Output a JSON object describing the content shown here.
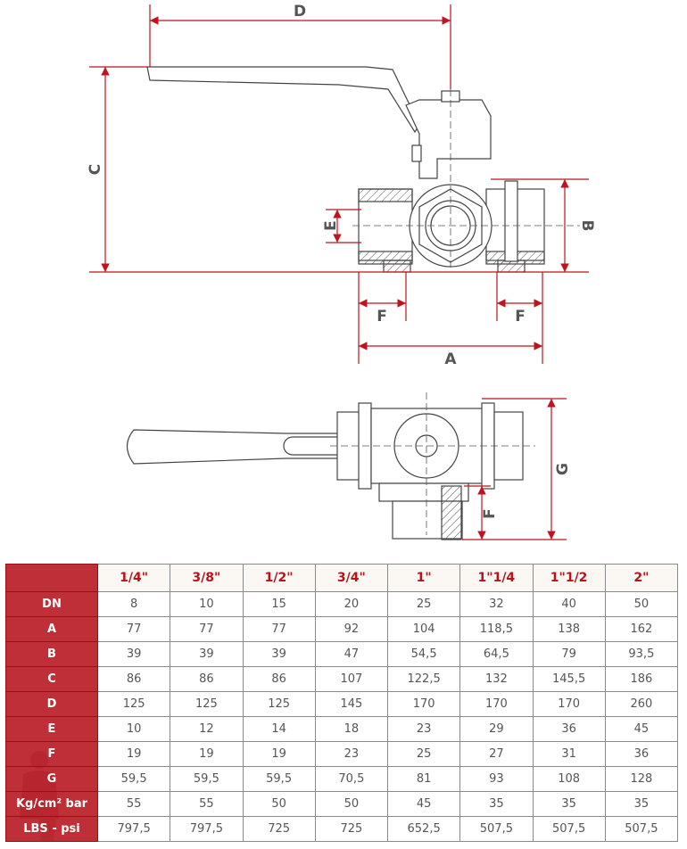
{
  "diagram": {
    "labels": {
      "A": "A",
      "B": "B",
      "C": "C",
      "D": "D",
      "E": "E",
      "F": "F",
      "G": "G"
    },
    "dimension_color": "#c0121f"
  },
  "table": {
    "sizes": [
      "1/4\"",
      "3/8\"",
      "1/2\"",
      "3/4\"",
      "1\"",
      "1\"1/4",
      "1\"1/2",
      "2\""
    ],
    "rows": [
      {
        "label": "DN",
        "values": [
          "8",
          "10",
          "15",
          "20",
          "25",
          "32",
          "40",
          "50"
        ]
      },
      {
        "label": "A",
        "values": [
          "77",
          "77",
          "77",
          "92",
          "104",
          "118,5",
          "138",
          "162"
        ]
      },
      {
        "label": "B",
        "values": [
          "39",
          "39",
          "39",
          "47",
          "54,5",
          "64,5",
          "79",
          "93,5"
        ]
      },
      {
        "label": "C",
        "values": [
          "86",
          "86",
          "86",
          "107",
          "122,5",
          "132",
          "145,5",
          "186"
        ]
      },
      {
        "label": "D",
        "values": [
          "125",
          "125",
          "125",
          "145",
          "170",
          "170",
          "170",
          "260"
        ]
      },
      {
        "label": "E",
        "values": [
          "10",
          "12",
          "14",
          "18",
          "23",
          "29",
          "36",
          "45"
        ]
      },
      {
        "label": "F",
        "values": [
          "19",
          "19",
          "19",
          "23",
          "25",
          "27",
          "31",
          "36"
        ]
      },
      {
        "label": "G",
        "values": [
          "59,5",
          "59,5",
          "59,5",
          "70,5",
          "81",
          "93",
          "108",
          "128"
        ]
      },
      {
        "label": "Kg/cm² bar",
        "values": [
          "55",
          "55",
          "50",
          "50",
          "45",
          "35",
          "35",
          "35"
        ]
      },
      {
        "label": "LBS - psi",
        "values": [
          "797,5",
          "797,5",
          "725",
          "725",
          "652,5",
          "507,5",
          "507,5",
          "507,5"
        ]
      }
    ],
    "header_color": "#b5121b"
  }
}
